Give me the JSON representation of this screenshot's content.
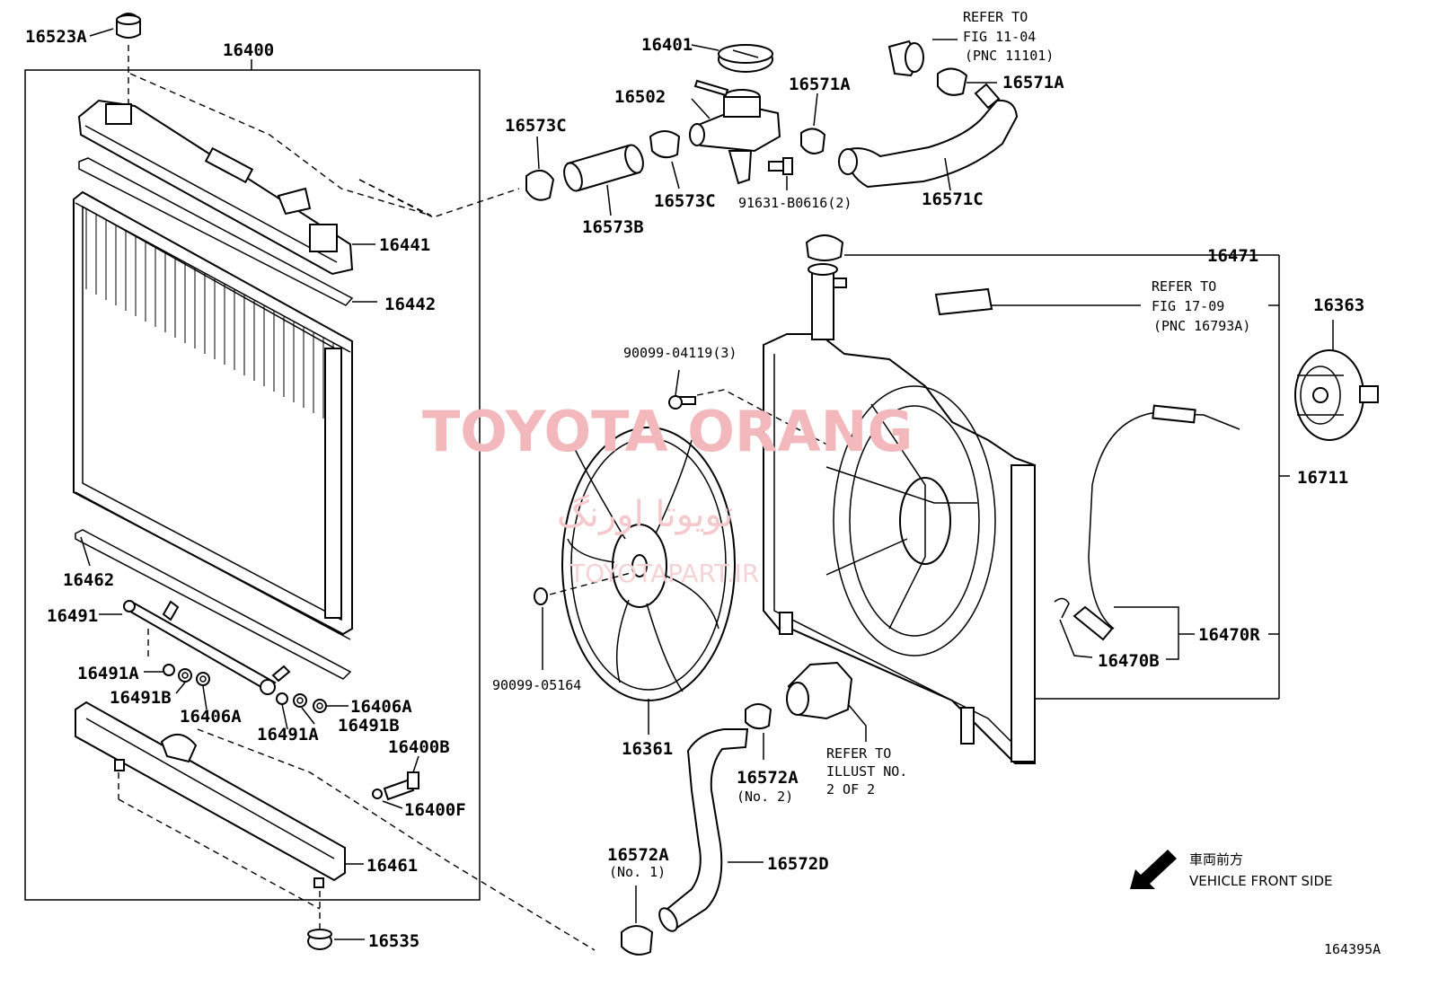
{
  "parts": {
    "p16523A": "16523A",
    "p16400": "16400",
    "p16441": "16441",
    "p16442": "16442",
    "p16462": "16462",
    "p16491": "16491",
    "p16491A_1": "16491A",
    "p16491B_1": "16491B",
    "p16406A_1": "16406A",
    "p16491A_2": "16491A",
    "p16491B_2": "16491B",
    "p16406A_2": "16406A",
    "p16400B": "16400B",
    "p16400F": "16400F",
    "p16461": "16461",
    "p16535": "16535",
    "p16401": "16401",
    "p16502": "16502",
    "p16573C_1": "16573C",
    "p16573B": "16573B",
    "p16573C_2": "16573C",
    "p91631": "91631-B0616(2)",
    "p16571A_1": "16571A",
    "p16571A_2": "16571A",
    "p16571C": "16571C",
    "p16471": "16471",
    "p16363": "16363",
    "p16711": "16711",
    "p90099_04119": "90099-04119(3)",
    "p90099_05164": "90099-05164",
    "p16361": "16361",
    "p16470R": "16470R",
    "p16470B": "16470B",
    "p16572A_1": "16572A",
    "p16572A_1_note": "(No. 1)",
    "p16572A_2": "16572A",
    "p16572A_2_note": "(No. 2)",
    "p16572D": "16572D"
  },
  "refs": {
    "fig1104": [
      "REFER TO",
      "FIG 11-04",
      "(PNC 11101)"
    ],
    "fig1709": [
      "REFER TO",
      "FIG 17-09",
      "(PNC 16793A)"
    ],
    "illust": [
      "REFER TO",
      "ILLUST NO.",
      "2 OF 2"
    ]
  },
  "legend": {
    "front_jp": "車両前方",
    "front_en": "VEHICLE FRONT SIDE"
  },
  "figure_id": "164395A",
  "watermark": {
    "main": "TOYOTA ORANG",
    "farsi": "تویوتا اورنگ",
    "site": "TOYOTAPART.IR"
  }
}
